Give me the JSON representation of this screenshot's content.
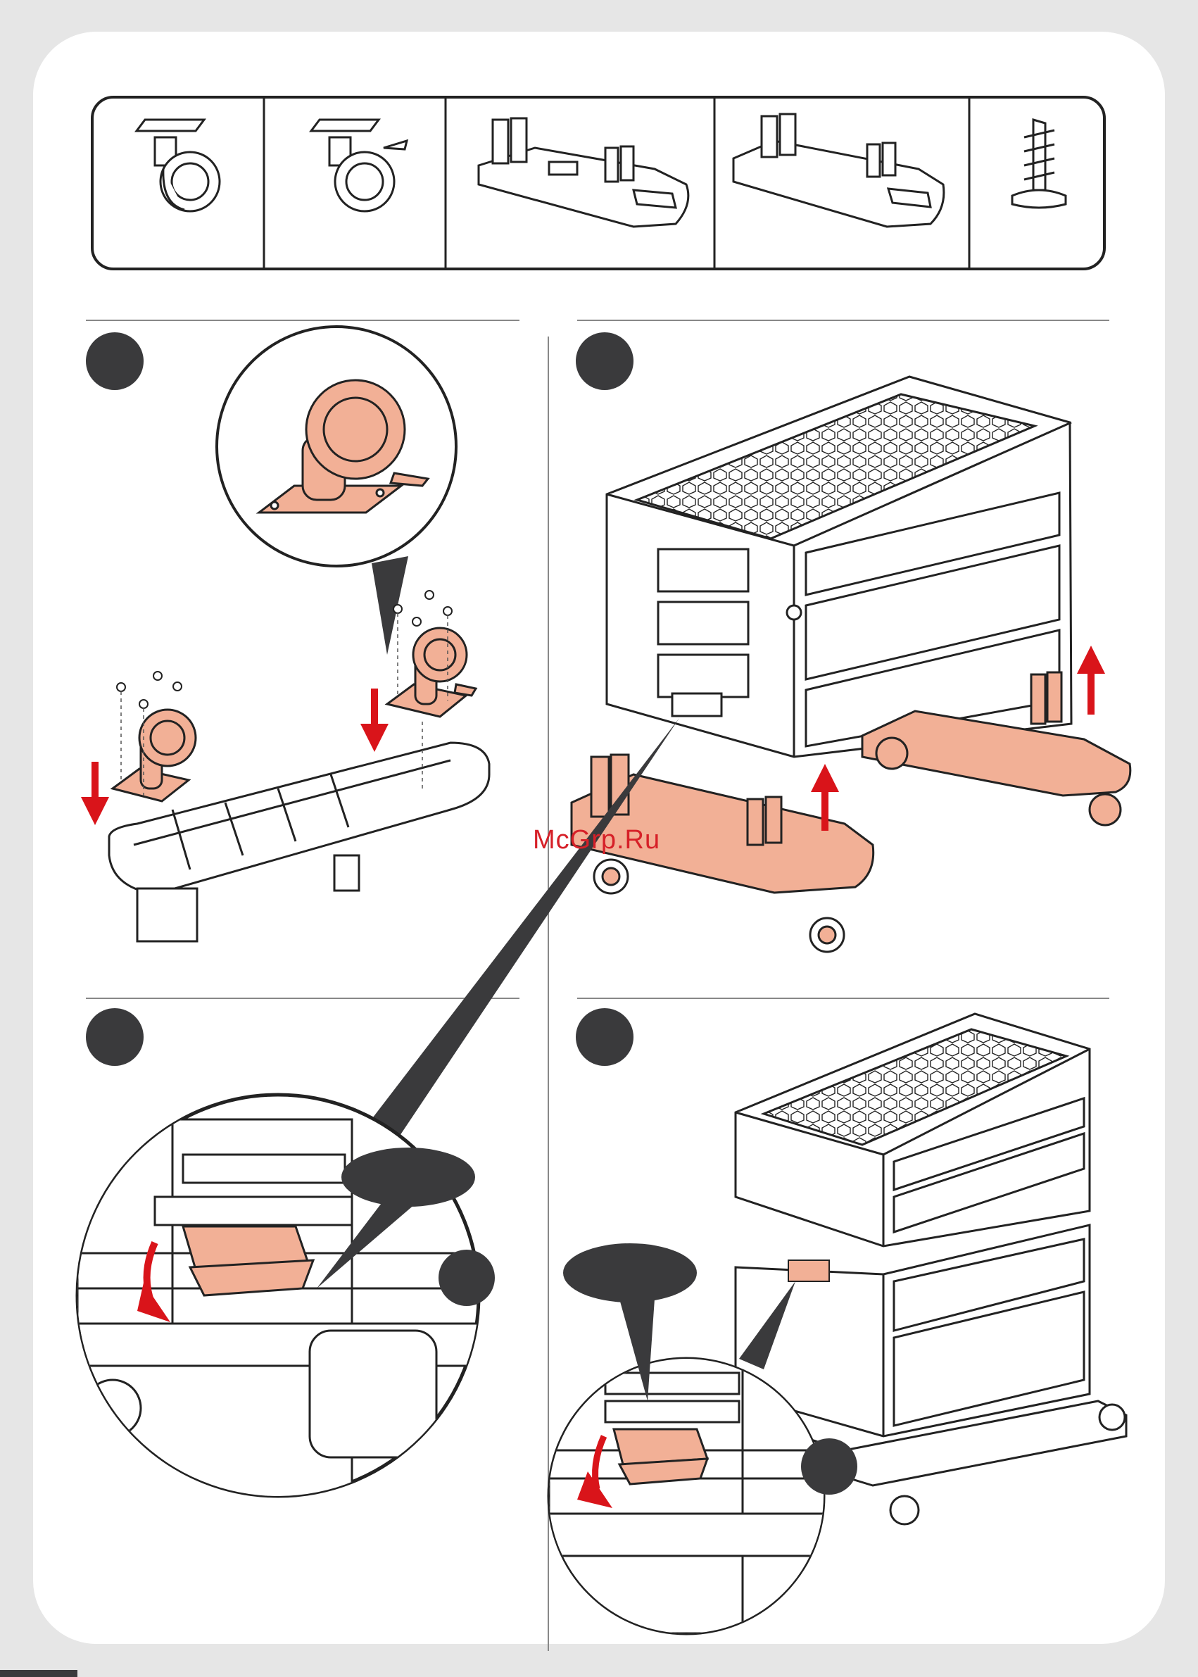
{
  "watermark": "McGrp.Ru",
  "colors": {
    "part_fill": "#f2b096",
    "arrow": "#d9141a",
    "badge": "#3a3a3c",
    "line": "#222222"
  },
  "parts_row": {
    "icons": [
      "caster-wheel-icon",
      "caster-wheel-with-brake-icon",
      "wheel-base-rail-left-icon",
      "wheel-base-rail-right-icon",
      "screw-icon"
    ]
  },
  "steps": {
    "step1": "attach-casters-to-rails",
    "step2": "place-box-on-wheel-base",
    "step3": "close-latches",
    "step4": "stack-box-and-close-latches"
  }
}
